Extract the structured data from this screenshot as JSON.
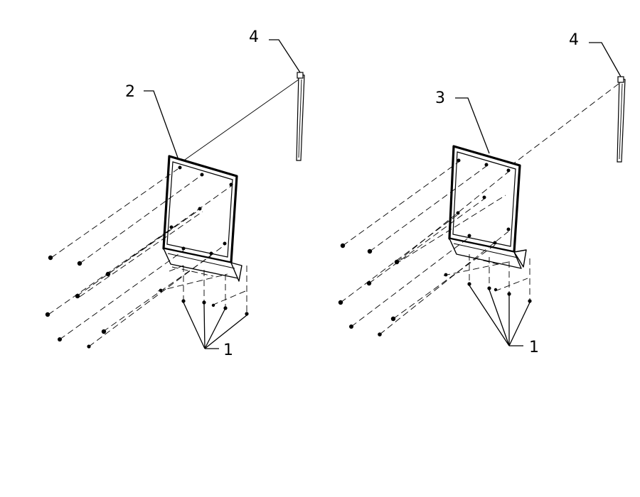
{
  "left_assembly": {
    "labels": {
      "rod": "4",
      "plate": "2",
      "fasteners": "1"
    }
  },
  "right_assembly": {
    "labels": {
      "rod": "4",
      "plate": "3",
      "fasteners": "1"
    }
  },
  "colors": {
    "line": "#000000",
    "background": "#ffffff"
  }
}
